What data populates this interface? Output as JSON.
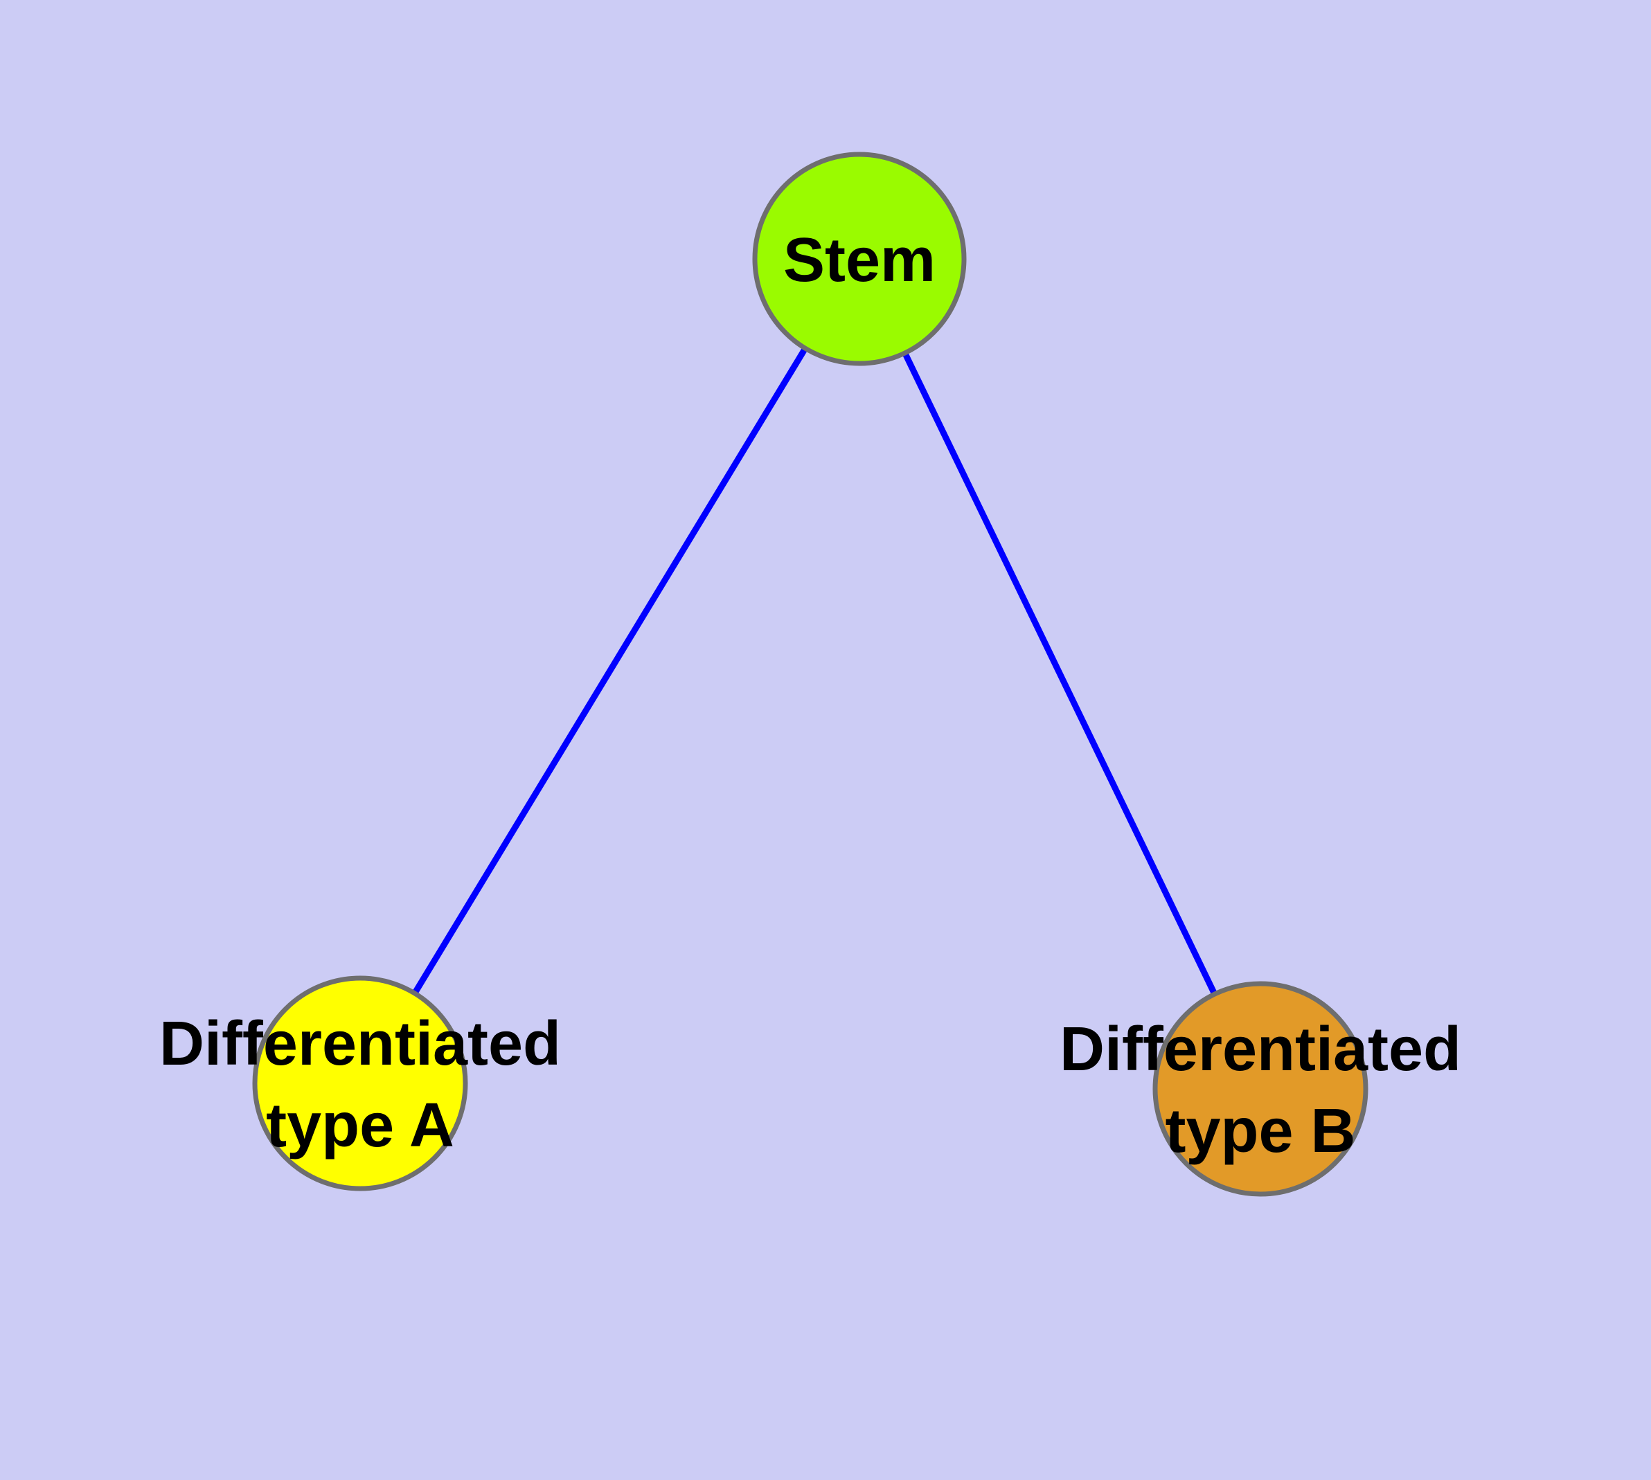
{
  "diagram": {
    "type": "graph",
    "background_color": "#CCCCF5",
    "edge_color": "#0000FF",
    "node_border_color": "#6E6E6E",
    "label_color": "#000000",
    "nodes": [
      {
        "id": "stem",
        "label": "Stem",
        "fill": "#9AFB00"
      },
      {
        "id": "type-a",
        "label_lines": [
          "Differentiated",
          "type A"
        ],
        "fill": "#FFFF00"
      },
      {
        "id": "type-b",
        "label_lines": [
          "Differentiated",
          "type B"
        ],
        "fill": "#E29A28"
      }
    ],
    "edges": [
      {
        "from": "stem",
        "to": "type-a"
      },
      {
        "from": "stem",
        "to": "type-b"
      }
    ]
  }
}
